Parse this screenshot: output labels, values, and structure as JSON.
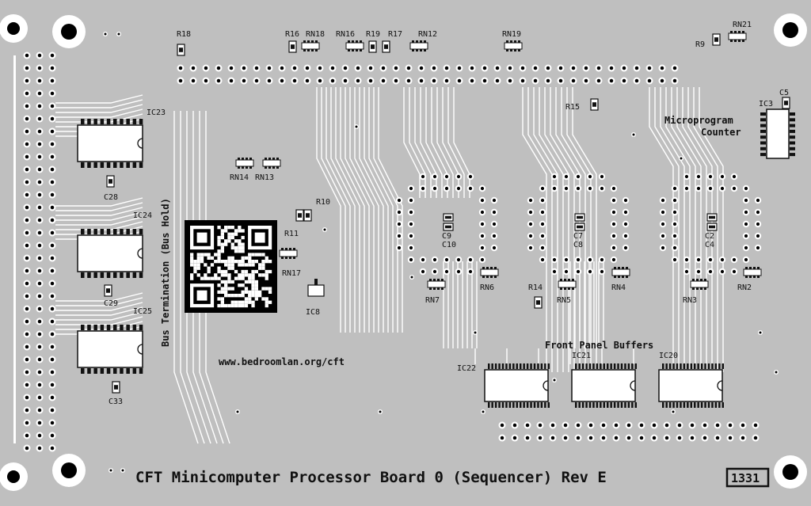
{
  "board": {
    "title": "CFT Minicomputer Processor Board 0 (Sequencer) Rev E",
    "revision_code": "1331",
    "url": "www.bedroomlan.org/cft",
    "bus_label": "Bus Termination (Bus Hold)",
    "microprogram_counter": [
      "Microprogram",
      "Counter"
    ],
    "front_panel_label": "Front Panel Buffers"
  },
  "colors": {
    "board": "#bfbfbf",
    "copper": "#ffffff",
    "silk": "#111111",
    "hole": "#000000"
  },
  "designators": {
    "ic23": "IC23",
    "ic24": "IC24",
    "ic25": "IC25",
    "ic22": "IC22",
    "ic21": "IC21",
    "ic20": "IC20",
    "ic3": "IC3",
    "ic8": "IC8",
    "c28": "C28",
    "c29": "C29",
    "c33": "C33",
    "c9": "C9",
    "c10": "C10",
    "c7": "C7",
    "c8": "C8",
    "c2": "C2",
    "c4": "C4",
    "c5": "C5",
    "r18": "R18",
    "r16": "R16",
    "r19": "R19",
    "r17": "R17",
    "r9": "R9",
    "r15": "R15",
    "r10": "R10",
    "r11": "R11",
    "r14": "R14",
    "rn18": "RN18",
    "rn16": "RN16",
    "rn12": "RN12",
    "rn19": "RN19",
    "rn21": "RN21",
    "rn14": "RN14",
    "rn13": "RN13",
    "rn17": "RN17",
    "rn7": "RN7",
    "rn6": "RN6",
    "rn5": "RN5",
    "rn4": "RN4",
    "rn3": "RN3",
    "rn2": "RN2"
  }
}
